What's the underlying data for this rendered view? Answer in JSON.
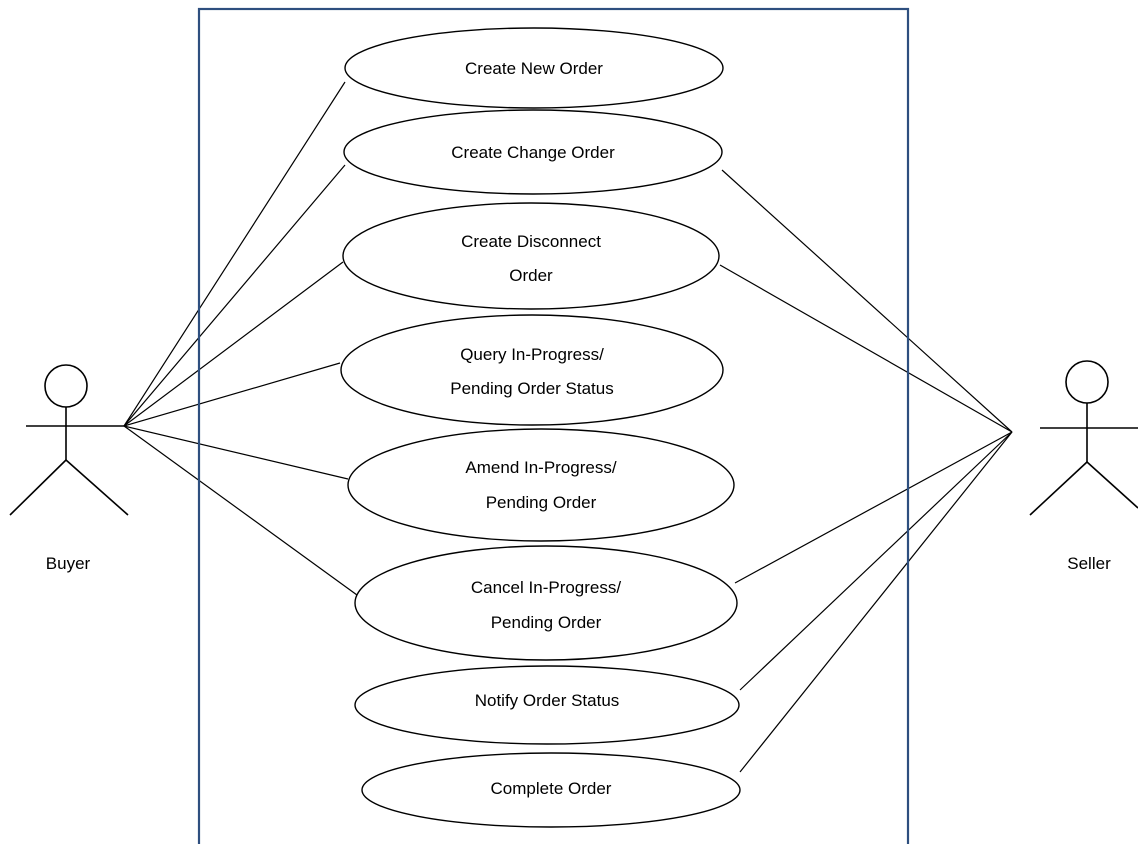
{
  "actors": [
    {
      "id": "buyer",
      "label": "Buyer"
    },
    {
      "id": "seller",
      "label": "Seller"
    }
  ],
  "use_cases": [
    {
      "id": "create-new-order",
      "lines": [
        "Create New Order"
      ]
    },
    {
      "id": "create-change-order",
      "lines": [
        "Create Change Order"
      ]
    },
    {
      "id": "create-disconnect-order",
      "lines": [
        "Create Disconnect",
        "Order"
      ]
    },
    {
      "id": "query-order-status",
      "lines": [
        "Query In-Progress/",
        "Pending Order Status"
      ]
    },
    {
      "id": "amend-order",
      "lines": [
        "Amend In-Progress/",
        "Pending Order"
      ]
    },
    {
      "id": "cancel-order",
      "lines": [
        "Cancel In-Progress/",
        "Pending Order"
      ]
    },
    {
      "id": "notify-order-status",
      "lines": [
        "Notify Order Status"
      ]
    },
    {
      "id": "complete-order",
      "lines": [
        "Complete Order"
      ]
    }
  ],
  "associations": {
    "buyer": [
      "create-new-order",
      "create-change-order",
      "create-disconnect-order",
      "query-order-status",
      "amend-order",
      "cancel-order"
    ],
    "seller": [
      "create-change-order",
      "create-disconnect-order",
      "cancel-order",
      "notify-order-status",
      "complete-order"
    ]
  },
  "colors": {
    "system_boundary": "#2e4f7f",
    "stroke": "#000000",
    "background": "#ffffff"
  }
}
